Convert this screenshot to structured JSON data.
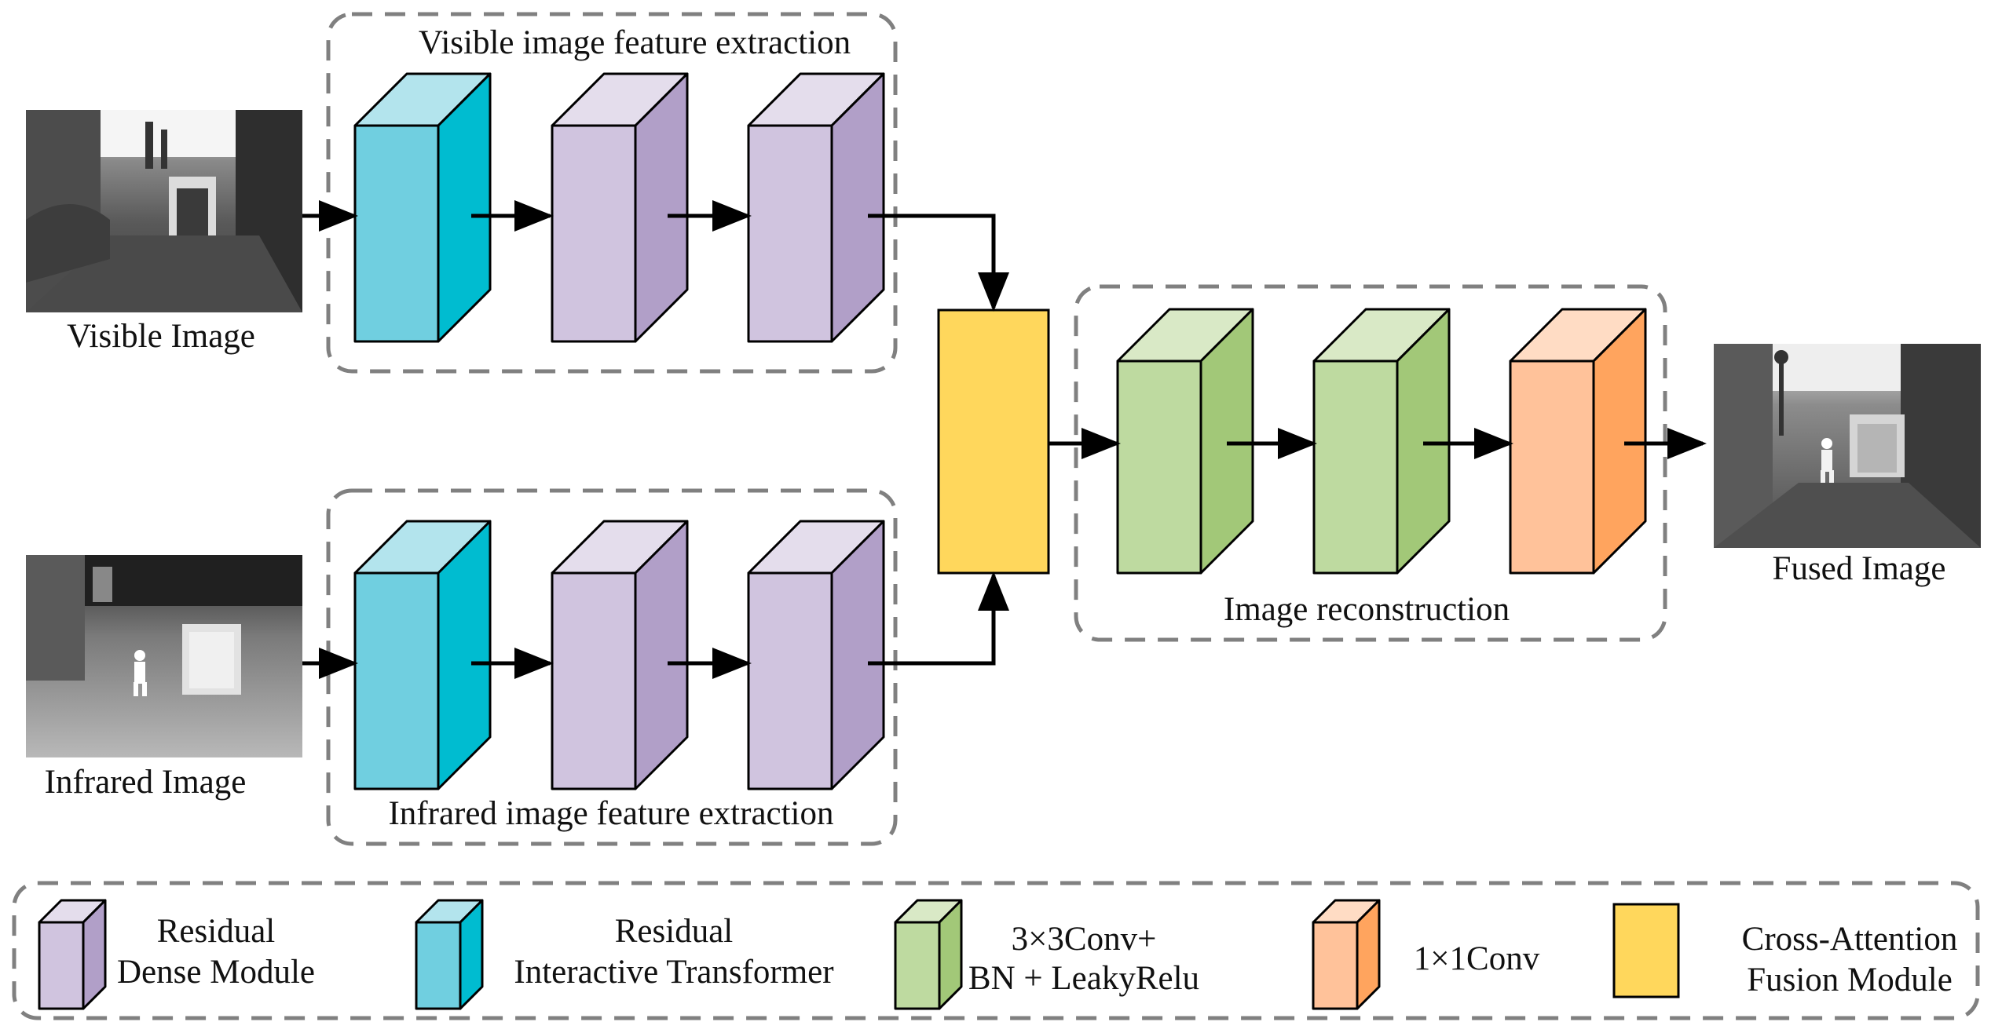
{
  "inputs": {
    "visible_label": "Visible Image",
    "infrared_label": "Infrared Image"
  },
  "output": {
    "fused_label": "Fused Image"
  },
  "groups": {
    "visible_title": "Visible image feature extraction",
    "infrared_title": "Infrared image feature extraction",
    "reconstruction_title": "Image reconstruction"
  },
  "legend": {
    "rdm_line1": "Residual",
    "rdm_line2": "Dense Module",
    "rit_line1": "Residual",
    "rit_line2": "Interactive Transformer",
    "conv3_line1": "3×3Conv+",
    "conv3_line2": "BN + LeakyRelu",
    "conv1_line1": "1×1Conv",
    "cafm_line1": "Cross-Attention",
    "cafm_line2": "Fusion Module"
  },
  "colors": {
    "rit_front": "#70CFE0",
    "rit_top": "#B3E4ED",
    "rit_side": "#00BCD0",
    "rdm_front": "#D0C4DF",
    "rdm_top": "#E4DDEC",
    "rdm_side": "#B19FC8",
    "conv3_front": "#BEDAA0",
    "conv3_top": "#D9E9C6",
    "conv3_side": "#A2C878",
    "conv1_front": "#FFC29A",
    "conv1_top": "#FFDCC4",
    "conv1_side": "#FFA45E",
    "cafm": "#FFD75C",
    "dashed_border": "#808080"
  }
}
